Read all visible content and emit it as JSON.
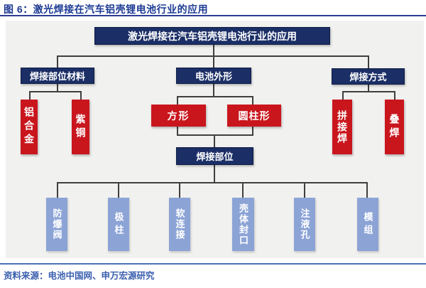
{
  "figure": {
    "title": "图 6：激光焊接在汽车铝壳锂电池行业的应用",
    "source": "资料来源：电池中国网、申万宏源研究"
  },
  "colors": {
    "navy_box": "#1b2f66",
    "red_box": "#c9161d",
    "light_blue_box": "#8ca3d6",
    "title_text": "#1d3a94",
    "source_text": "#3a5fae",
    "connector_line": "#3f3f3f",
    "panel_background": "#f1f1ef"
  },
  "diagram": {
    "root": "激光焊接在汽车铝壳锂电池行业的应用",
    "branches": {
      "materials": {
        "label": "焊接部位材料",
        "children": [
          "铝合金",
          "紫铜"
        ]
      },
      "shape": {
        "label": "电池外形",
        "children": [
          "方形",
          "圆柱形"
        ]
      },
      "method": {
        "label": "焊接方式",
        "children": [
          "拼接焊",
          "叠焊"
        ]
      }
    },
    "welding_parts": {
      "label": "焊接部位",
      "children": [
        "防爆阀",
        "极柱",
        "软连接",
        "壳体封口",
        "注液孔",
        "模组"
      ]
    }
  }
}
